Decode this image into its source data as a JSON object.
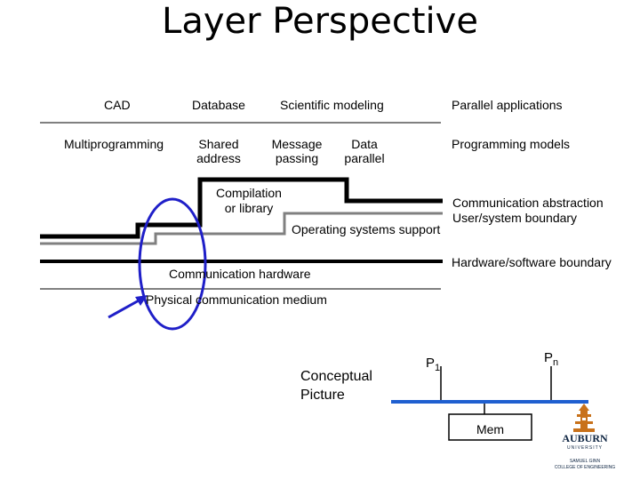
{
  "slide": {
    "title": "Layer Perspective"
  },
  "applications": {
    "cad": "CAD",
    "database": "Database",
    "scientific": "Scientific modeling",
    "parallel_apps": "Parallel applications"
  },
  "programming": {
    "multiprogramming": "Multiprogramming",
    "shared_1": "Shared",
    "shared_2": "address",
    "message_1": "Message",
    "message_2": "passing",
    "data_1": "Data",
    "data_2": "parallel",
    "models": "Programming models"
  },
  "compilation": {
    "line1": "Compilation",
    "line2": "or library"
  },
  "labels": {
    "comm_abstraction": "Communication abstraction",
    "user_system": "User/system boundary",
    "os_support": "Operating systems support",
    "hw_sw": "Hardware/software boundary",
    "comm_hardware": "Communication hardware",
    "physical": "Physical communication medium"
  },
  "conceptual": {
    "line1": "Conceptual",
    "line2": "Picture",
    "p1": "P",
    "p1_sub": "1",
    "pn": "P",
    "pn_sub": "n",
    "mem": "Mem"
  },
  "logo": {
    "name": "AUBURN",
    "university": "UNIVERSITY",
    "college_1": "SAMUEL GINN",
    "college_2": "COLLEGE OF ENGINEERING"
  },
  "colors": {
    "accent_blue": "#1f1fc8",
    "bus_blue": "#1f5fd0",
    "os_gray": "#808080",
    "auburn_orange": "#c8711a",
    "auburn_navy": "#0c2340"
  }
}
